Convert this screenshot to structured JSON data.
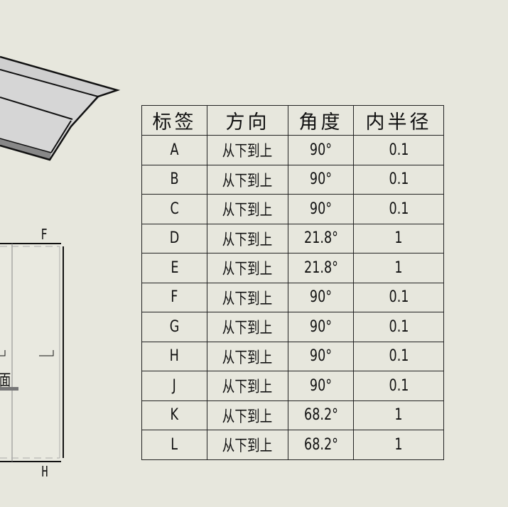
{
  "drawing": {
    "flat_label_top": "F",
    "flat_label_bottom": "H",
    "partial_text": "面"
  },
  "bend_table": {
    "headers": [
      "标签",
      "方向",
      "角度",
      "内半径"
    ],
    "rows": [
      {
        "label": "A",
        "direction": "从下到上",
        "angle": "90°",
        "radius": "0.1"
      },
      {
        "label": "B",
        "direction": "从下到上",
        "angle": "90°",
        "radius": "0.1"
      },
      {
        "label": "C",
        "direction": "从下到上",
        "angle": "90°",
        "radius": "0.1"
      },
      {
        "label": "D",
        "direction": "从下到上",
        "angle": "21.8°",
        "radius": "1"
      },
      {
        "label": "E",
        "direction": "从下到上",
        "angle": "21.8°",
        "radius": "1"
      },
      {
        "label": "F",
        "direction": "从下到上",
        "angle": "90°",
        "radius": "0.1"
      },
      {
        "label": "G",
        "direction": "从下到上",
        "angle": "90°",
        "radius": "0.1"
      },
      {
        "label": "H",
        "direction": "从下到上",
        "angle": "90°",
        "radius": "0.1"
      },
      {
        "label": "J",
        "direction": "从下到上",
        "angle": "90°",
        "radius": "0.1"
      },
      {
        "label": "K",
        "direction": "从下到上",
        "angle": "68.2°",
        "radius": "1"
      },
      {
        "label": "L",
        "direction": "从下到上",
        "angle": "68.2°",
        "radius": "1"
      }
    ]
  }
}
